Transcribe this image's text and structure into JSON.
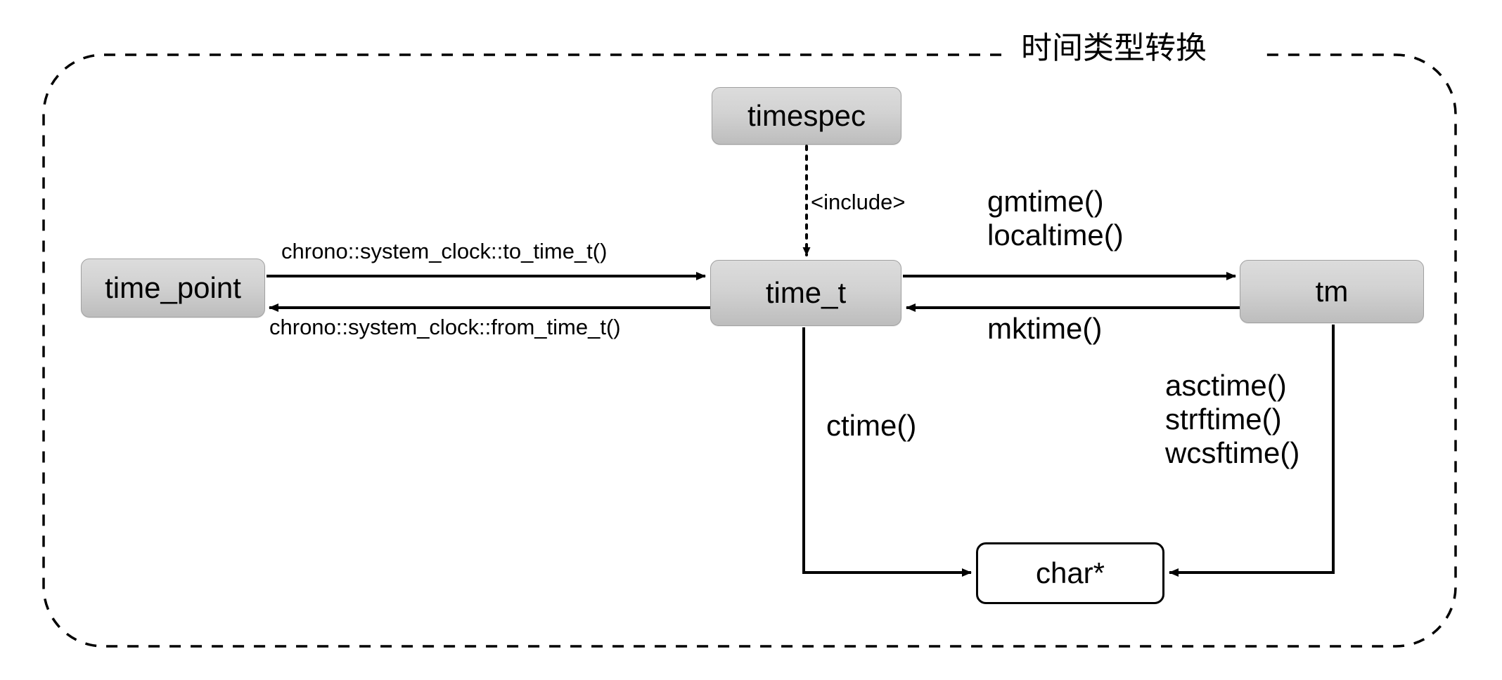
{
  "diagram": {
    "title": "时间类型转换",
    "type": "relationship-diagram",
    "nodes": [
      {
        "id": "timespec",
        "label": "timespec",
        "style": "filled"
      },
      {
        "id": "time_point",
        "label": "time_point",
        "style": "filled"
      },
      {
        "id": "time_t",
        "label": "time_t",
        "style": "filled"
      },
      {
        "id": "tm",
        "label": "tm",
        "style": "filled"
      },
      {
        "id": "char_ptr",
        "label": "char*",
        "style": "hollow"
      }
    ],
    "edges": [
      {
        "from": "timespec",
        "to": "time_t",
        "label": "<include>",
        "line": "dotted"
      },
      {
        "from": "time_point",
        "to": "time_t",
        "label": "chrono::system_clock::to_time_t()",
        "line": "solid"
      },
      {
        "from": "time_t",
        "to": "time_point",
        "label": "chrono::system_clock::from_time_t()",
        "line": "solid"
      },
      {
        "from": "time_t",
        "to": "tm",
        "label": "gmtime()\nlocaltime()",
        "line": "solid"
      },
      {
        "from": "tm",
        "to": "time_t",
        "label": "mktime()",
        "line": "solid"
      },
      {
        "from": "tm",
        "to": "char_ptr",
        "label": "asctime()\nstrftime()\nwcsftime()",
        "line": "solid"
      },
      {
        "from": "time_t",
        "to": "char_ptr",
        "label": "ctime()",
        "line": "solid"
      }
    ],
    "labels": {
      "include": "<include>",
      "to_time_t": "chrono::system_clock::to_time_t()",
      "from_time_t": "chrono::system_clock::from_time_t()",
      "gmtime": "gmtime()",
      "localtime": "localtime()",
      "mktime": "mktime()",
      "asctime": "asctime()",
      "strftime": "strftime()",
      "wcsftime": "wcsftime()",
      "ctime": "ctime()"
    },
    "colors": {
      "node_fill_top": "#dcdcdc",
      "node_fill_bottom": "#bdbdbd",
      "node_border": "#a0a0a0",
      "line": "#000000",
      "background": "#ffffff"
    }
  }
}
